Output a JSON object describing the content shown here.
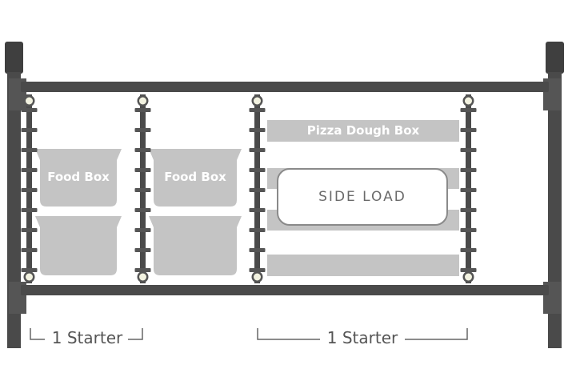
{
  "labels": {
    "food_box_1": "Food Box",
    "food_box_2": "Food Box",
    "pizza_dough_box": "Pizza Dough Box",
    "side_load": "SIDE LOAD",
    "starter_left": "1 Starter",
    "starter_right": "1 Starter"
  },
  "colors": {
    "frame": "#4a4a4a",
    "box_fill": "#c2c2c2",
    "text_on_box": "#ffffff",
    "caption_text": "#555555"
  }
}
